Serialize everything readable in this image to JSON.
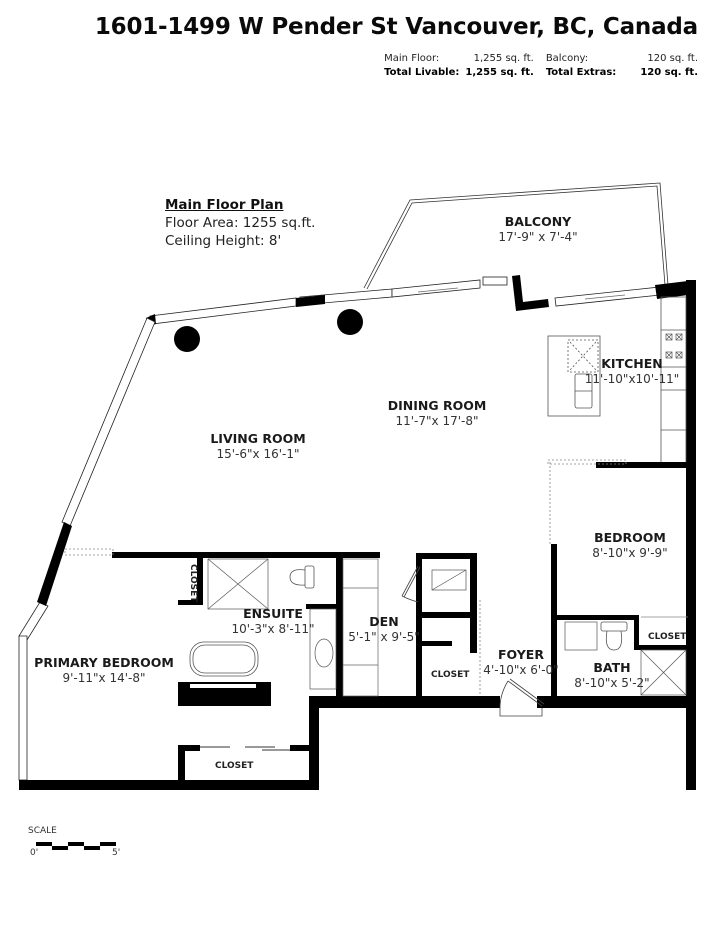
{
  "header": {
    "address": "1601-1499 W Pender St Vancouver, BC, Canada",
    "main_floor_label": "Main Floor:",
    "main_floor_value": "1,255 sq. ft.",
    "balcony_label": "Balcony:",
    "balcony_value": "120 sq. ft.",
    "total_livable_label": "Total Livable:",
    "total_livable_value": "1,255 sq. ft.",
    "total_extras_label": "Total Extras:",
    "total_extras_value": "120 sq. ft."
  },
  "legend": {
    "title": "Main Floor Plan",
    "floor_area": "Floor Area: 1255 sq.ft.",
    "ceiling_height": "Ceiling Height: 8'"
  },
  "rooms": {
    "balcony": {
      "name": "BALCONY",
      "dims": "17'-9\" x  7'-4\""
    },
    "kitchen": {
      "name": "KITCHEN",
      "dims": "11'-10\"x10'-11\""
    },
    "dining_room": {
      "name": "DINING ROOM",
      "dims": "11'-7\"x 17'-8\""
    },
    "living_room": {
      "name": "LIVING ROOM",
      "dims": "15'-6\"x 16'-1\""
    },
    "bedroom": {
      "name": "BEDROOM",
      "dims": "8'-10\"x  9'-9\""
    },
    "ensuite": {
      "name": "ENSUITE",
      "dims": "10'-3\"x 8'-11\""
    },
    "den": {
      "name": "DEN",
      "dims": "5'-1\" x  9'-5\""
    },
    "foyer": {
      "name": "FOYER",
      "dims": "4'-10\"x  6'-0\""
    },
    "bath": {
      "name": "BATH",
      "dims": "8'-10\"x  5'-2\""
    },
    "primary_bedroom": {
      "name": "PRIMARY BEDROOM",
      "dims": "9'-11\"x 14'-8\""
    }
  },
  "closets": {
    "ensuite_closet": "CLOSET",
    "den_closet": "CLOSET",
    "bedroom_closet": "CLOSET",
    "primary_closet": "CLOSET"
  },
  "scale": {
    "label": "SCALE",
    "start": "0'",
    "end": "5'"
  }
}
